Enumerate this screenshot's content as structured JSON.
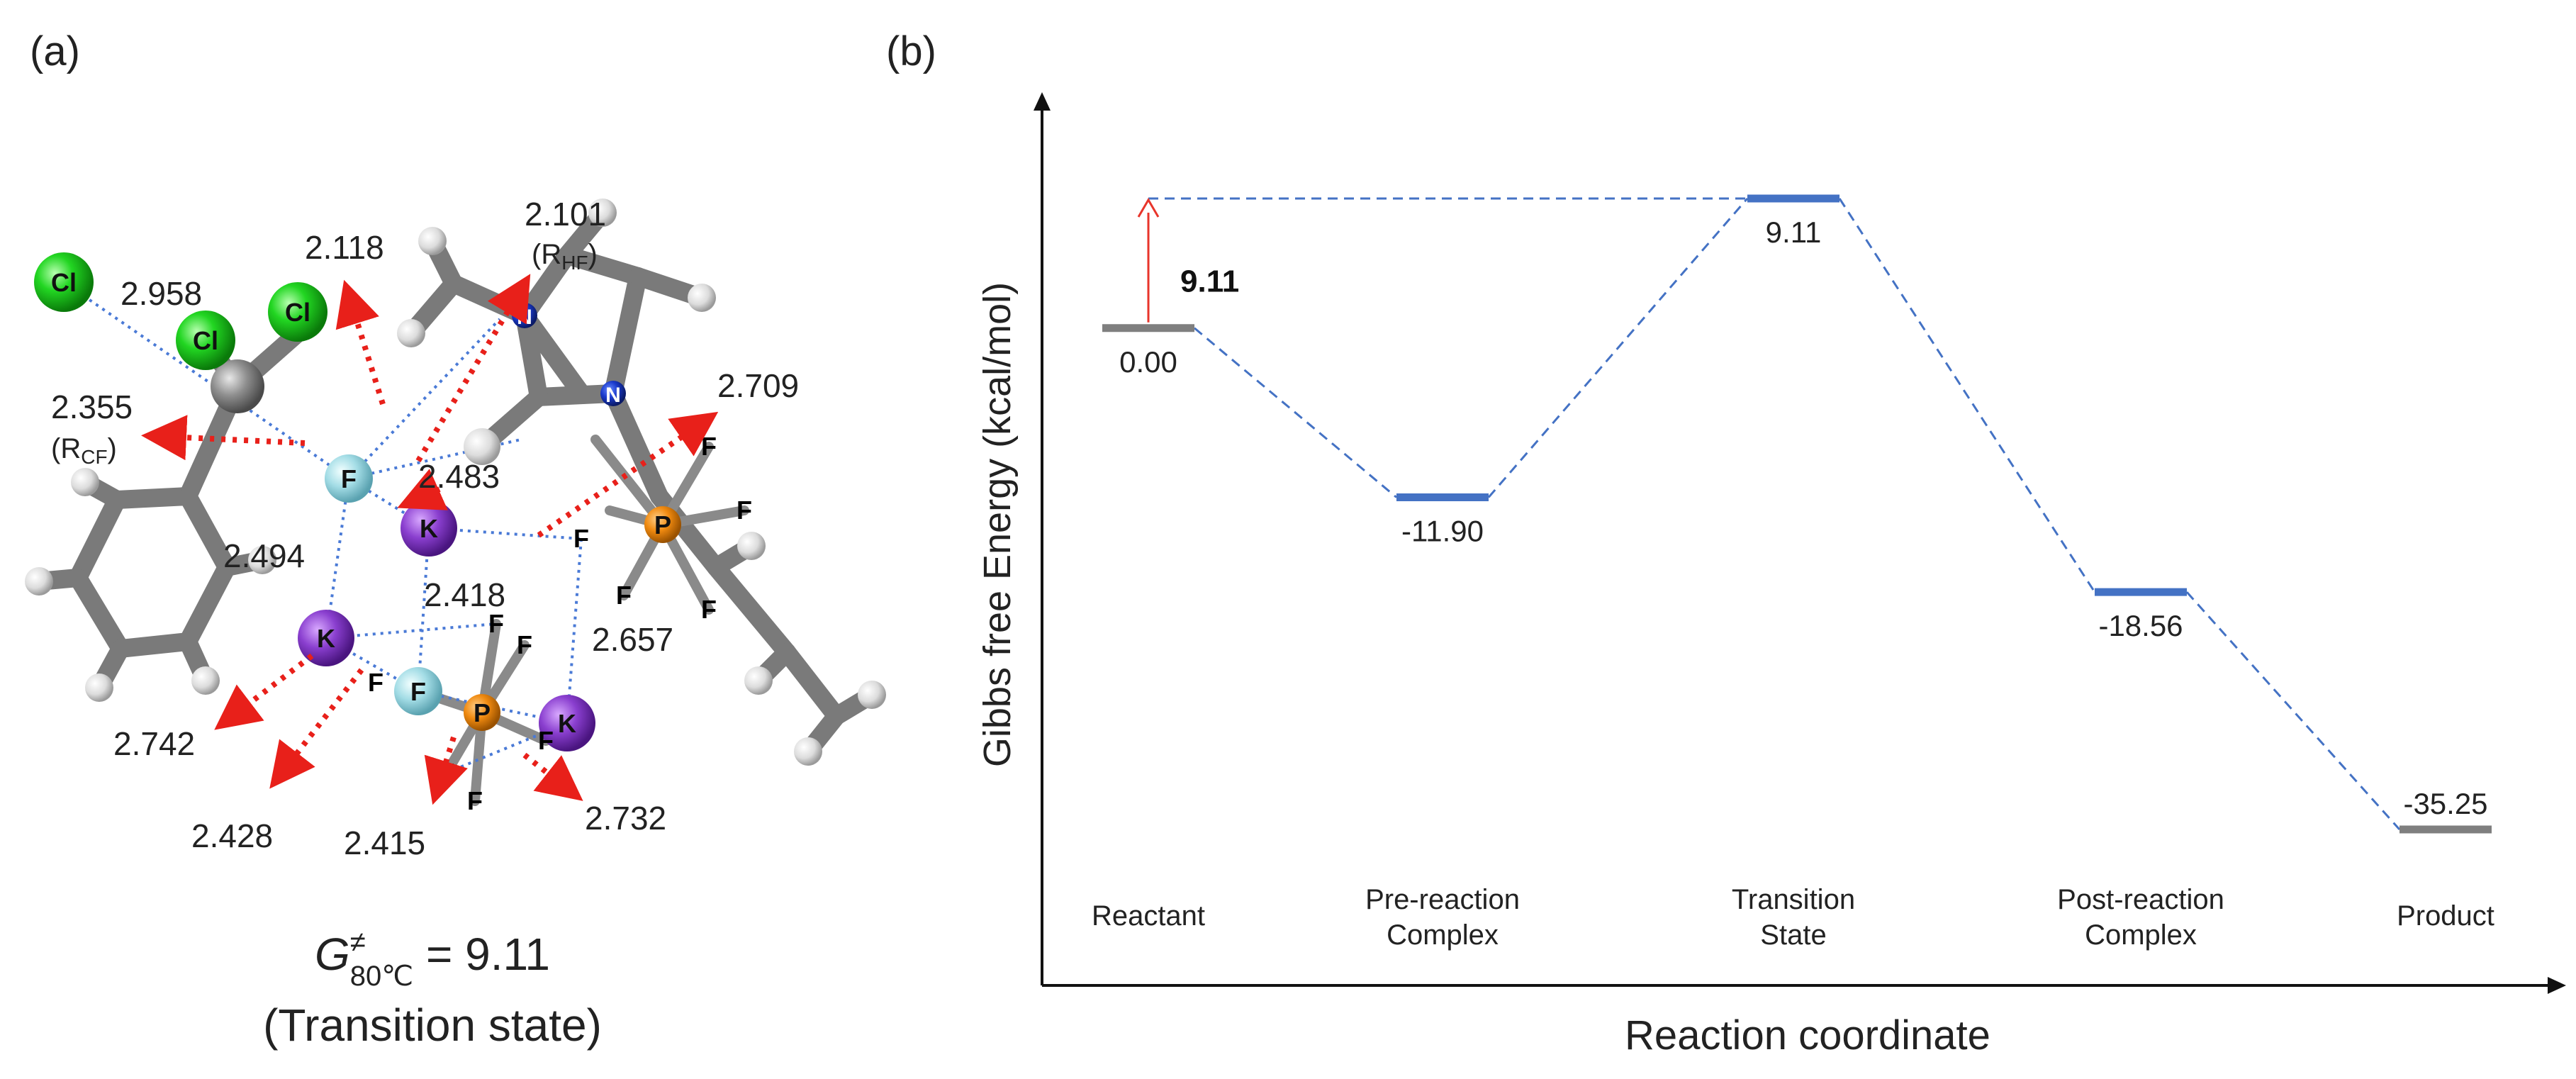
{
  "panel_a": {
    "label": "(a)",
    "atom_symbols": {
      "cl": "Cl",
      "f": "F",
      "k": "K",
      "p": "P",
      "n": "N"
    },
    "distances": [
      {
        "value": "2.958"
      },
      {
        "value": "2.118"
      },
      {
        "value": "2.101",
        "sub": "(RHF)"
      },
      {
        "value": "2.355",
        "sub": "(RCF)"
      },
      {
        "value": "2.483"
      },
      {
        "value": "2.709"
      },
      {
        "value": "2.494"
      },
      {
        "value": "2.418"
      },
      {
        "value": "2.657"
      },
      {
        "value": "2.742"
      },
      {
        "value": "2.428"
      },
      {
        "value": "2.415"
      },
      {
        "value": "2.732"
      }
    ],
    "caption_line1": "G≠80℃ = 9.11",
    "caption_line2": "(Transition state)"
  },
  "chart_data": {
    "type": "energy-profile",
    "panel_label": "(b)",
    "xlabel": "Reaction coordinate",
    "ylabel": "Gibbs free Energy (kcal/mol)",
    "states": [
      {
        "name": "Reactant",
        "energy": 0.0,
        "label": "0.00",
        "color": "#7f7f7f"
      },
      {
        "name": "Pre-reaction\nComplex",
        "energy": -11.9,
        "label": "-11.90",
        "color": "#4472c4"
      },
      {
        "name": "Transition\nState",
        "energy": 9.11,
        "label": "9.11",
        "color": "#4472c4"
      },
      {
        "name": "Post-reaction\nComplex",
        "energy": -18.56,
        "label": "-18.56",
        "color": "#4472c4"
      },
      {
        "name": "Product",
        "energy": -35.25,
        "label": "-35.25",
        "color": "#7f7f7f"
      }
    ],
    "barrier_label": "9.11",
    "connector_color": "#4472c4",
    "barrier_arrow_color": "#e8352b"
  }
}
